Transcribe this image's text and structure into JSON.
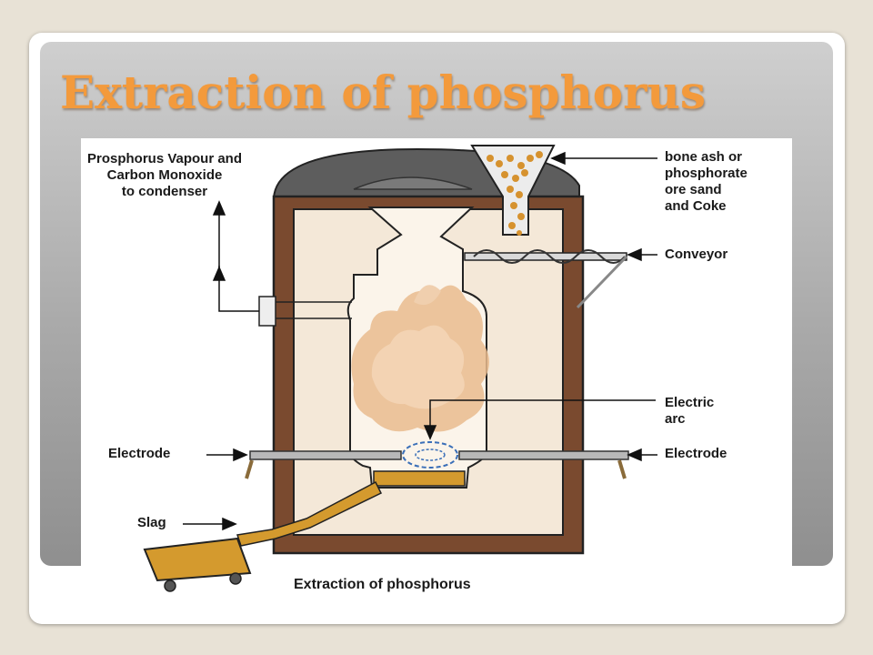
{
  "slide": {
    "title": "Extraction of phosphorus"
  },
  "diagram": {
    "labels": {
      "vapour": "Prosphorus Vapour and\nCarbon Monoxide\nto condenser",
      "feed": "bone ash or\nphosphorate\nore sand\nand Coke",
      "conveyor": "Conveyor",
      "arc": "Electric\narc",
      "electrode_left": "Electrode",
      "electrode_right": "Electrode",
      "slag": "Slag"
    },
    "caption": "Extraction of phosphorus"
  },
  "colors": {
    "title": "#f39a3c",
    "furnace_wall": "#7a4a2f",
    "furnace_lining": "#f3e6d6",
    "dome": "#5c5c5c",
    "slag": "#d49a2e",
    "flame": "#e8b88a"
  }
}
